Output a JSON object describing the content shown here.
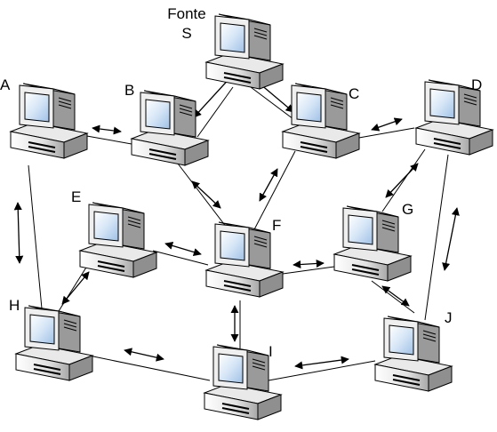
{
  "source": {
    "line1": "Fonte",
    "line2": "S"
  },
  "nodes": [
    {
      "id": "S",
      "label": ""
    },
    {
      "id": "A",
      "label": "A"
    },
    {
      "id": "B",
      "label": "B"
    },
    {
      "id": "C",
      "label": "C"
    },
    {
      "id": "D",
      "label": "D"
    },
    {
      "id": "E",
      "label": "E"
    },
    {
      "id": "F",
      "label": "F"
    },
    {
      "id": "G",
      "label": "G"
    },
    {
      "id": "H",
      "label": "H"
    },
    {
      "id": "I",
      "label": "I"
    },
    {
      "id": "J",
      "label": "J"
    }
  ],
  "links": [
    [
      "A",
      "B"
    ],
    [
      "A",
      "H"
    ],
    [
      "B",
      "F"
    ],
    [
      "C",
      "F"
    ],
    [
      "C",
      "D"
    ],
    [
      "D",
      "G"
    ],
    [
      "D",
      "J"
    ],
    [
      "E",
      "F"
    ],
    [
      "E",
      "H"
    ],
    [
      "F",
      "G"
    ],
    [
      "F",
      "I"
    ],
    [
      "G",
      "J"
    ],
    [
      "H",
      "I"
    ],
    [
      "I",
      "J"
    ],
    [
      "S",
      "B"
    ],
    [
      "S",
      "C"
    ]
  ],
  "colors": {
    "line": "#000000",
    "case_light": "#f2f2f2",
    "case_mid": "#cfcfcf",
    "case_dark": "#8c8c8c",
    "screen": "#b8d4f0"
  }
}
